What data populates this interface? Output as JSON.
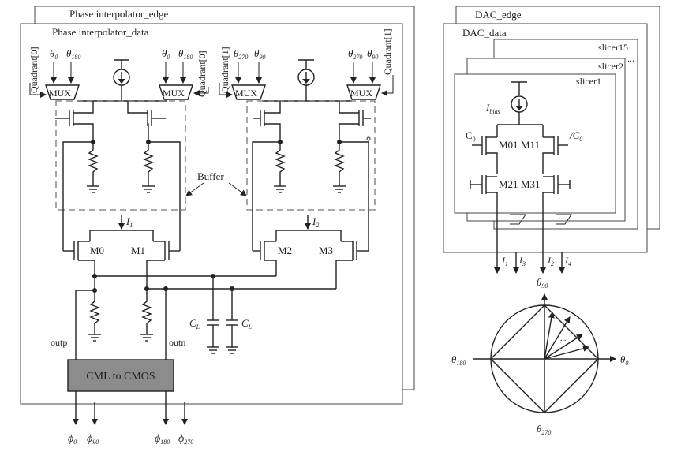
{
  "pi": {
    "edge_title": "Phase interpolator_edge",
    "data_title": "Phase interpolator_data",
    "mux_label": "MUX",
    "quadrant0": "Quadrant[0]",
    "quadrant1": "Quadrant[1]",
    "buffer_label": "Buffer",
    "theta": "θ",
    "sub_0": "0",
    "sub_90": "90",
    "sub_180": "180",
    "sub_270": "270",
    "i_label": "I",
    "sub_1": "1",
    "sub_2": "2",
    "m0": "M0",
    "m1": "M1",
    "m2": "M2",
    "m3": "M3",
    "cl": "C",
    "cl_sub": "L",
    "outp": "outp",
    "outn": "outn",
    "cml_block": "CML to CMOS",
    "phi": "ϕ"
  },
  "dac": {
    "edge_title": "DAC_edge",
    "data_title": "DAC_data",
    "slicer15": "slicer15",
    "slicer2": "slicer2",
    "slicer1": "slicer1",
    "dots": "...",
    "ibias": "I",
    "ibias_sub": "bias",
    "c0": "C",
    "c0_sub": "0",
    "c0bar": "/C",
    "m01": "M01",
    "m11": "M11",
    "m21": "M21",
    "m31": "M31",
    "i_label": "I",
    "sub_1": "1",
    "sub_2": "2",
    "sub_3": "3",
    "sub_4": "4"
  },
  "phasor": {
    "theta": "θ",
    "sub_0": "0",
    "sub_90": "90",
    "sub_180": "180",
    "sub_270": "270",
    "dots": "..."
  },
  "colors": {
    "line": "#222222",
    "dashed": "#777777",
    "cml_fill": "#8c8c8c",
    "background": "#ffffff"
  }
}
